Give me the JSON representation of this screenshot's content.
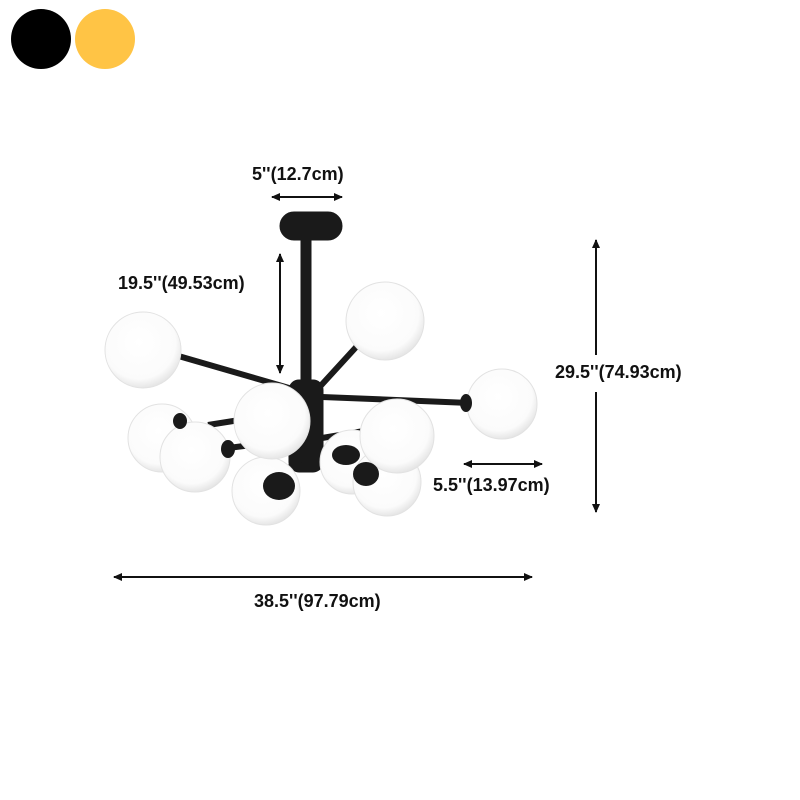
{
  "colors": {
    "black_option": "#000000",
    "gold_option": "#FFC445",
    "fixture": "#1a1a1a",
    "globe": "#ffffff"
  },
  "swatches": [
    {
      "name": "black",
      "color": "#000000"
    },
    {
      "name": "gold",
      "color": "#FFC445"
    }
  ],
  "dimensions": {
    "canopy_width": "5''(12.7cm)",
    "drop_rod": "19.5''(49.53cm)",
    "overall_height": "29.5''(74.93cm)",
    "globe_diameter": "5.5''(13.97cm)",
    "overall_width": "38.5''(97.79cm)"
  }
}
